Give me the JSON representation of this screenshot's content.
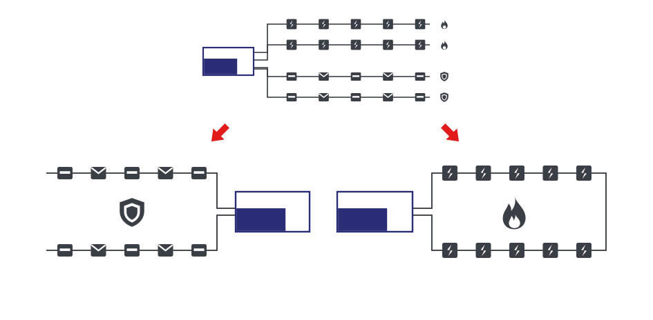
{
  "colors": {
    "background": "#ffffff",
    "line": "#2f3338",
    "node": "#3a3f46",
    "buffer_border": "#2b2d77",
    "buffer_fill": "#2b2d77",
    "arrow": "#e21b1b"
  },
  "icons": {
    "secure_node": "envelope-node-icon",
    "plain_node": "packet-node-icon",
    "malicious_node": "lightning-node-icon",
    "secure_marker": "shield-icon",
    "malicious_marker": "flame-icon",
    "split_arrow": "red-arrow-icon"
  },
  "overview": {
    "lanes": [
      {
        "kind": "malicious",
        "marker": "flame-icon",
        "node_count": 5
      },
      {
        "kind": "malicious",
        "marker": "flame-icon",
        "node_count": 5
      },
      {
        "kind": "secure",
        "marker": "shield-icon",
        "node_count": 5
      },
      {
        "kind": "secure",
        "marker": "shield-icon",
        "node_count": 5
      }
    ]
  },
  "left_panel": {
    "kind": "secure",
    "lanes": 2,
    "nodes_per_lane": 5,
    "marker": "shield-icon"
  },
  "right_panel": {
    "kind": "malicious",
    "lanes": 2,
    "nodes_per_lane": 5,
    "marker": "flame-icon"
  }
}
